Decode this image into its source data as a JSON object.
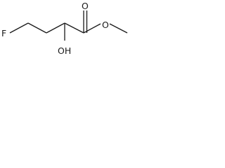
{
  "molecule": {
    "atoms": {
      "fluorine": "F",
      "hydroxyl": "OH",
      "carbonyl_oxygen": "O",
      "ester_oxygen": "O"
    }
  }
}
